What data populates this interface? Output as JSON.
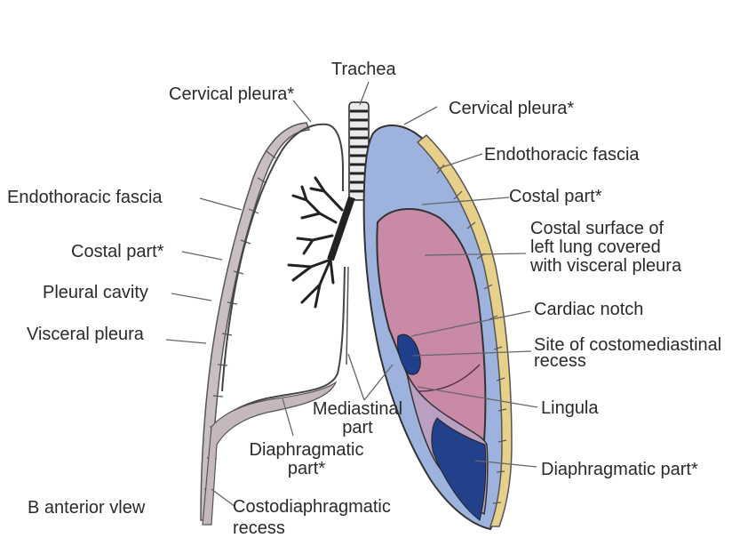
{
  "labels": {
    "trachea": "Trachea",
    "cervical_pleura_right": "Cervical pleura*",
    "cervical_pleura_left": "Cervical pleura*",
    "endothoracic_fascia_right": "Endothoracic fascia",
    "endothoracic_fascia_left": "Endothoracic fascia",
    "costal_part_right": "Costal part*",
    "costal_part_left": "Costal part*",
    "pleural_cavity": "Pleural cavity",
    "visceral_pleura": "Visceral pleura",
    "costal_surface": [
      "Costal surface of",
      "left lung covered",
      "with visceral pleura"
    ],
    "cardiac_notch": "Cardiac notch",
    "costomediastinal": [
      "Site of costomediastinal",
      "recess"
    ],
    "mediastinal_part": [
      "Mediastinal",
      "part"
    ],
    "lingula": "Lingula",
    "diaphragmatic_part_right": [
      "Diaphragmatic",
      "part*"
    ],
    "diaphragmatic_part_left": "Diaphragmatic part*",
    "costodiaphragmatic": [
      "Costodiaphragmatic",
      "recess"
    ],
    "view_caption": "B anterior vlew"
  },
  "colors": {
    "pleura_blue": "#9db3de",
    "lung_pink": "#c98aa8",
    "fascia_yellow": "#e6d08a",
    "recess_dark_blue": "#1f3f8a",
    "rib_gray": "#b9aeb0",
    "outline": "#3a3a3a"
  }
}
